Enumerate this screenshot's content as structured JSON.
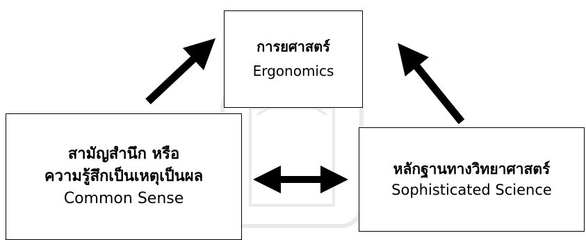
{
  "diagram": {
    "top_box": {
      "line1": "การยศาสตร์",
      "line2": "Ergonomics"
    },
    "left_box": {
      "line1": "สามัญสำนึก หรือ",
      "line2": "ความรู้สึกเป็นเหตุเป็นผล",
      "line3": "Common Sense"
    },
    "right_box": {
      "line1": "หลักฐานทางวิทยาศาสตร์",
      "line2": "Sophisticated Science"
    }
  },
  "colors": {
    "arrow": "#000000",
    "border": "#000000",
    "background": "#ffffff"
  }
}
